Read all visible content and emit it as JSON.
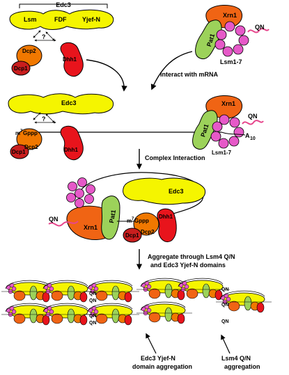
{
  "colors": {
    "edc3": "#f5f500",
    "dhh1": "#e8141c",
    "dcp1": "#c81e1e",
    "dcp2": "#f07800",
    "xrn1": "#f06414",
    "pat1": "#9cd25a",
    "lsm": "#e659c8",
    "rna": "#e6468c",
    "line": "#000000"
  },
  "stage1": {
    "edc3_title": "Edc3",
    "domain_lsm": "Lsm",
    "domain_fdf": "FDF",
    "domain_yjef": "Yjef-N",
    "question": "?",
    "dcp2": "Dcp2",
    "dcp1": "Dcp1",
    "dhh1": "Dhh1",
    "pat1": "Pat1",
    "xrn1": "Xrn1",
    "qn": "QN",
    "lsm_ring": "Lsm1-7"
  },
  "step1": "Interact with mRNA",
  "stage2": {
    "edc3": "Edc3",
    "question": "?",
    "cap": "m",
    "cap_sup": "7",
    "cap_g": "Gppp",
    "dcp2": "Dcp2",
    "dcp1": "Dcp1",
    "dhh1": "Dhh1",
    "pat1": "Pat1",
    "xrn1": "Xrn1",
    "qn": "QN",
    "lsm_ring": "Lsm1-7",
    "polyA": "A",
    "polyA_sub": "10"
  },
  "step2": "Complex Interaction",
  "stage3": {
    "edc3": "Edc3",
    "pat1": "Pat1",
    "xrn1": "Xrn1",
    "qn": "QN",
    "cap": "m",
    "cap_sup": "7",
    "cap_g": "Gppp",
    "dcp2": "Dcp2",
    "dcp1": "Dcp1",
    "dhh1": "Dhh1"
  },
  "step3_line1": "Aggregate through Lsm4 Q/N",
  "step3_line2": "and Edc3 Yjef-N domains",
  "stage4": {
    "qn": "QN",
    "label_edc3_line1": "Edc3  Yjef-N",
    "label_edc3_line2": "domain aggregation",
    "label_lsm4_line1": "Lsm4 Q/N",
    "label_lsm4_line2": "aggregation"
  }
}
